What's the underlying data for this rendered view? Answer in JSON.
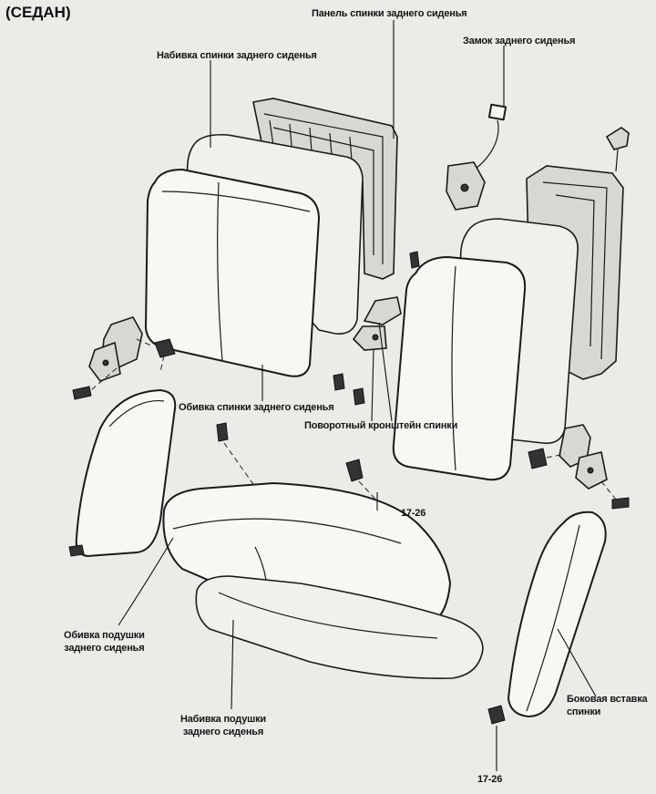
{
  "header": {
    "model": "(СЕДАН)"
  },
  "labels": {
    "seatback_panel": "Панель спинки заднего сиденья",
    "seatback_padding": "Набивка спинки заднего сиденья",
    "seatback_lock": "Замок заднего сиденья",
    "seatback_cover": "Обивка спинки заднего сиденья",
    "pivot_bracket": "Поворотный кронштейн спинки",
    "torque_1": "17-26",
    "cushion_cover": [
      "Обивка подушки",
      "заднего сиденья"
    ],
    "cushion_padding": [
      "Набивка подушки",
      "заднего сиденья"
    ],
    "side_bolster": [
      "Боковая вставка",
      "спинки"
    ],
    "torque_2": "17-26"
  }
}
